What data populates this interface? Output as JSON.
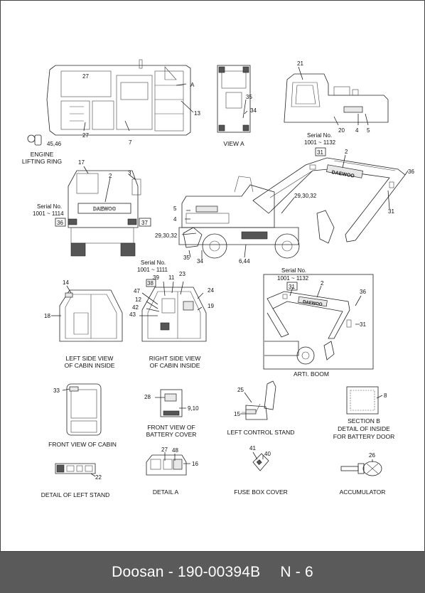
{
  "footer": {
    "title": "Doosan - 190-00394B",
    "page": "N - 6"
  },
  "captions": {
    "view_a": "VIEW  A",
    "engine_ring_1": "ENGINE",
    "engine_ring_2": "LIFTING RING",
    "left_side_1": "LEFT SIDE VIEW",
    "left_side_2": "OF CABIN INSIDE",
    "right_side_1": "RIGHT SIDE VIEW",
    "right_side_2": "OF CABIN INSIDE",
    "arti_boom": "ARTI. BOOM",
    "front_cabin": "FRONT VIEW OF CABIN",
    "battery_1": "FRONT VIEW OF",
    "battery_2": "BATTERY COVER",
    "left_control": "LEFT CONTROL STAND",
    "section_b_1": "SECTION  B",
    "section_b_2": "DETAIL  OF INSIDE",
    "section_b_3": "FOR BATTERY DOOR",
    "left_stand": "DETAIL OF LEFT STAND",
    "detail_a": "DETAIL  A",
    "fuse_box": "FUSE BOX COVER",
    "accumulator": "ACCUMULATOR"
  },
  "serials": {
    "s1132_a_label": "Serial No.",
    "s1132_a_range": "1001 ~ 1132",
    "s1114_label": "Serial No.",
    "s1114_range": "1001 ~ 1114",
    "s1111_label": "Serial No.",
    "s1111_range": "1001 ~ 1111",
    "s1132_b_label": "Serial No.",
    "s1132_b_range": "1001 ~ 1132"
  },
  "brand_decal": "DAEWOO",
  "callouts": {
    "top_plan": [
      "27",
      "7",
      "13",
      "A"
    ],
    "engine_ring": [
      "45,46"
    ],
    "view_a": [
      "35",
      "34"
    ],
    "upper_right": [
      "21",
      "20",
      "4",
      "5"
    ],
    "rear_view": [
      "17",
      "2",
      "3",
      "36",
      "37"
    ],
    "side_view": [
      "31",
      "2",
      "36",
      "29,30,32",
      "31",
      "5",
      "4",
      "29,30,32",
      "35",
      "34",
      "6,44"
    ],
    "left_cabin": [
      "14",
      "18"
    ],
    "right_cabin": [
      "39",
      "11",
      "23",
      "38",
      "47",
      "12",
      "42",
      "43",
      "24",
      "19"
    ],
    "arti_boom": [
      "31",
      "2",
      "36",
      "31"
    ],
    "front_cabin": [
      "33"
    ],
    "battery": [
      "28",
      "9,10"
    ],
    "control_stand": [
      "25",
      "15"
    ],
    "section_b": [
      "8"
    ],
    "left_stand": [
      "22"
    ],
    "detail_a": [
      "27",
      "48",
      "16"
    ],
    "fuse_box": [
      "41",
      "40"
    ],
    "accumulator": [
      "26"
    ]
  }
}
